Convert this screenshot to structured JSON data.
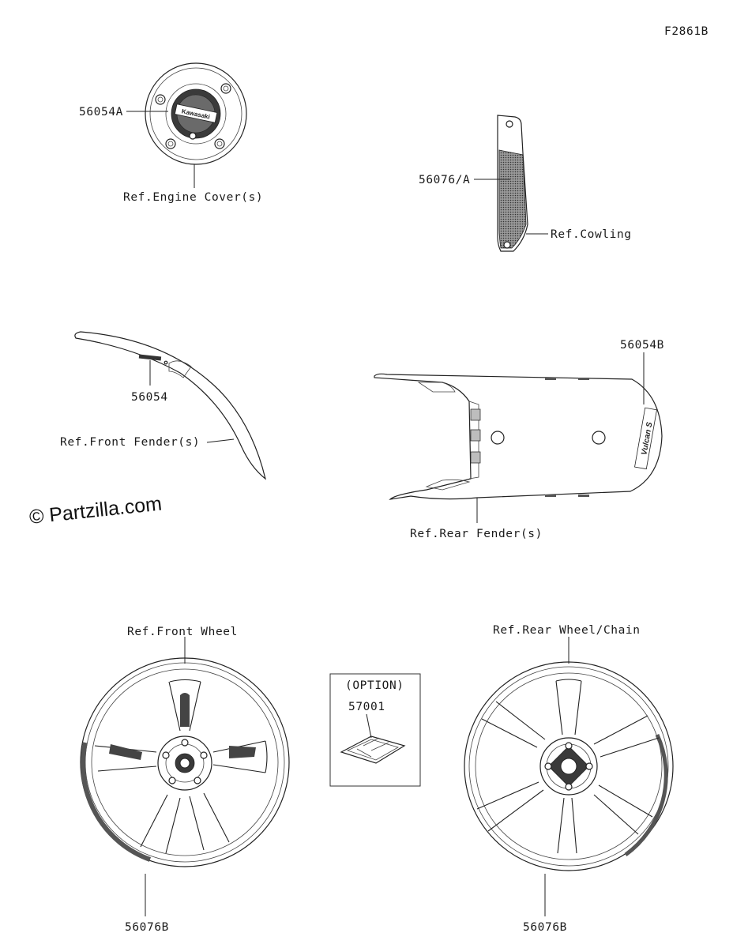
{
  "figure_code": "F2861B",
  "watermark": "© Partzilla.com",
  "callouts": {
    "engine_cover_part": "56054A",
    "engine_cover_ref": "Ref.Engine Cover(s)",
    "cowling_part": "56076/A",
    "cowling_ref": "Ref.Cowling",
    "front_fender_part": "56054",
    "front_fender_ref": "Ref.Front Fender(s)",
    "rear_fender_part": "56054B",
    "rear_fender_ref": "Ref.Rear Fender(s)",
    "front_wheel_ref": "Ref.Front Wheel",
    "front_wheel_part": "56076B",
    "rear_wheel_ref": "Ref.Rear Wheel/Chain",
    "rear_wheel_part": "56076B",
    "option_title": "(OPTION)",
    "option_part": "57001"
  },
  "decal_texts": {
    "engine_cover_logo": "Kawasaki",
    "rear_fender_logo": "Vulcan S"
  }
}
